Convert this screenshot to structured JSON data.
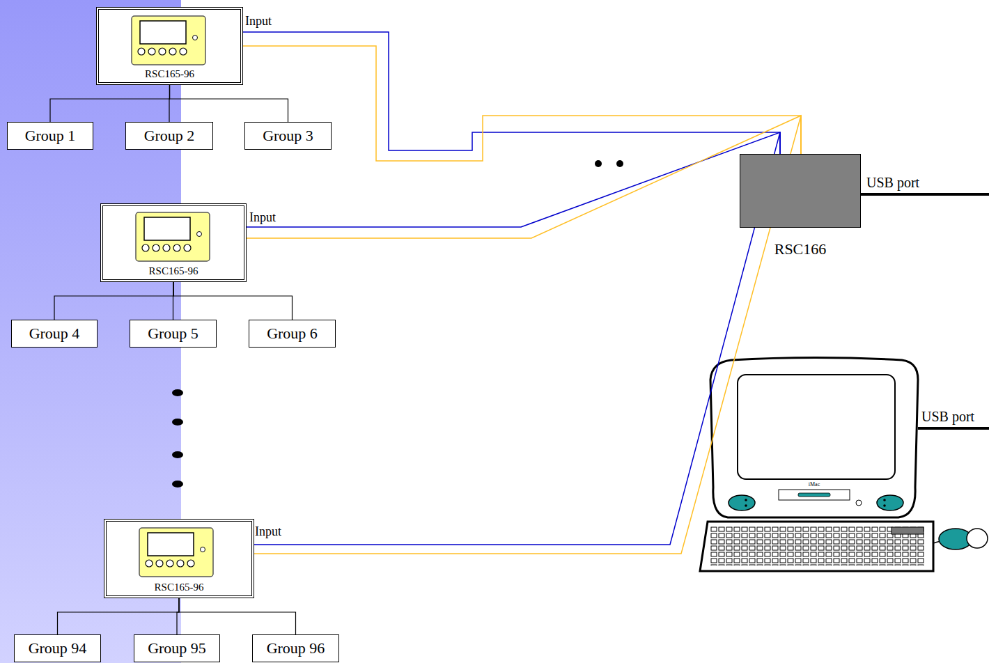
{
  "diagram": {
    "nodes": [
      {
        "text": [
          "RSC165-96"
        ]
      },
      {
        "text": [
          "Group 1"
        ]
      },
      {
        "text": [
          "Group 2"
        ]
      },
      {
        "text": [
          "Group 3"
        ]
      },
      {
        "text": [
          "RSC165-96"
        ]
      },
      {
        "text": [
          "Group 4"
        ]
      },
      {
        "text": [
          "Group 5"
        ]
      },
      {
        "text": [
          "Group 6"
        ]
      },
      {
        "text": [
          "RSC165-96"
        ]
      },
      {
        "text": [
          "Group 94"
        ]
      },
      {
        "text": [
          "Group 95"
        ]
      },
      {
        "text": [
          "Group 96"
        ]
      },
      {
        "text": [
          "RSC166"
        ]
      }
    ],
    "edges": [
      {
        "from": 0,
        "to": 1,
        "arrow": "none"
      },
      {
        "from": 0,
        "to": 2,
        "arrow": "none"
      },
      {
        "from": 0,
        "to": 3,
        "arrow": "none"
      },
      {
        "from": 0,
        "to": 12,
        "arrow": "none"
      },
      {
        "from": 0,
        "to": 12,
        "arrow": "none"
      },
      {
        "from": 4,
        "to": 5,
        "arrow": "none"
      },
      {
        "from": 4,
        "to": 6,
        "arrow": "none"
      },
      {
        "from": 4,
        "to": 7,
        "arrow": "none"
      },
      {
        "from": 4,
        "to": 12,
        "arrow": "none"
      },
      {
        "from": 4,
        "to": 12,
        "arrow": "none"
      },
      {
        "from": 8,
        "to": 9,
        "arrow": "none"
      },
      {
        "from": 8,
        "to": 10,
        "arrow": "none"
      },
      {
        "from": 8,
        "to": 11,
        "arrow": "none"
      },
      {
        "from": 8,
        "to": 12,
        "arrow": "none"
      },
      {
        "from": 8,
        "to": 12,
        "arrow": "none"
      }
    ],
    "labels": [
      "Input",
      "Input",
      "Input",
      "USB port",
      "USB port",
      "iMac"
    ]
  }
}
